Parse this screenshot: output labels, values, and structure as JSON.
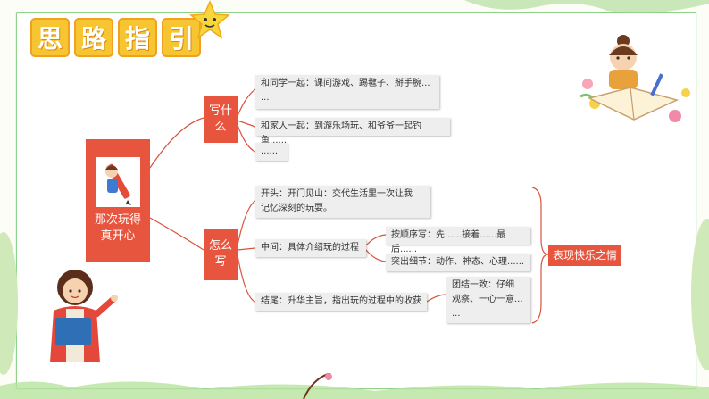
{
  "title": [
    "思",
    "路",
    "指",
    "引"
  ],
  "root": {
    "label_line1": "那次玩得",
    "label_line2": "真开心"
  },
  "branch_what": {
    "label_line1": "写什",
    "label_line2": "么"
  },
  "branch_how": {
    "label_line1": "怎么",
    "label_line2": "写"
  },
  "what_items": [
    {
      "line1": "和同学一起：课间游戏、踢毽子、掰手腕...",
      "line2": "..."
    },
    {
      "line1": "和家人一起：到游乐场玩、和爷爷一起钓鱼......"
    },
    {
      "line1": "......"
    }
  ],
  "how_items": {
    "opening": {
      "line1": "开头：开门见山：交代生活里一次让我",
      "line2": "记忆深刻的玩耍。"
    },
    "middle": {
      "line1": "中间：具体介绍玩的过程"
    },
    "middle_sub1": {
      "line1": "按顺序写：先......接着......最后......"
    },
    "middle_sub2": {
      "line1": "突出细节：动作、神态、心理......"
    },
    "ending": {
      "line1": "结尾：升华主旨，指出玩的过程中的收获"
    },
    "ending_sub": {
      "line1": "团结一致：仔细",
      "line2": "观察、一心一意...",
      "line3": "..."
    }
  },
  "conclusion": {
    "label": "表现快乐之情"
  },
  "colors": {
    "accent_red": "#e8553e",
    "title_yellow": "#f6c531",
    "line_red": "#d9533c"
  }
}
